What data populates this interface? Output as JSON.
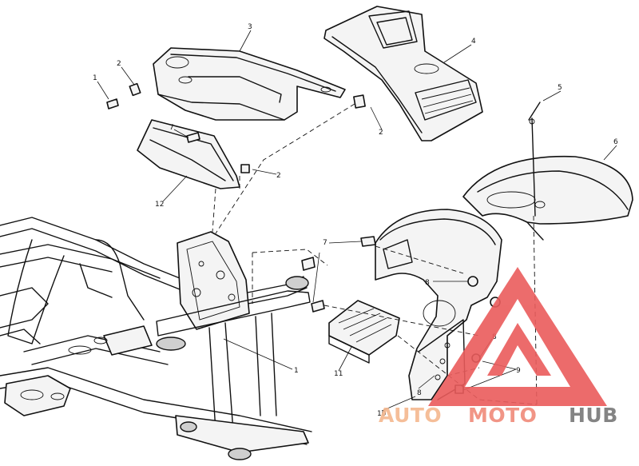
{
  "callouts": {
    "c1_top": "1",
    "c2_top": "2",
    "c3": "3",
    "c4": "4",
    "c5": "5",
    "c6": "6",
    "c7_left": "7",
    "c2_mid": "2",
    "c2_right": "2",
    "c12": "12",
    "c7_right": "7",
    "c8_a": "8",
    "c8_b": "8",
    "c9": "9",
    "c8_c": "8",
    "c10": "10",
    "c11": "11",
    "c1_bottom": "1"
  },
  "watermark": {
    "word_auto": "AUTO",
    "word_moto": "MOTO",
    "word_hub": "HUB",
    "colors": {
      "auto": "#f5b88f",
      "moto": "#f08a7a",
      "hub": "#777777",
      "triangle": "#ea5c5c"
    }
  }
}
